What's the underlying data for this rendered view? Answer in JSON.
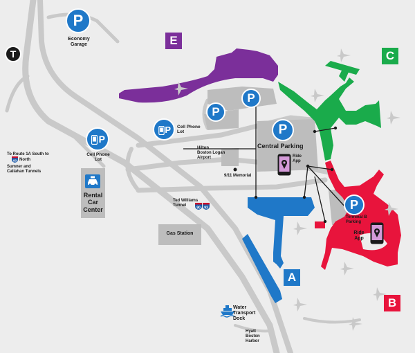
{
  "labels": {
    "economy_garage": "Economy\nGarage",
    "cell_phone_lot_left": "Cell Phone\nLot",
    "cell_phone_lot_center": "Cell Phone\nLot",
    "central_parking": "Central Parking",
    "ride_app_central": "Ride\nApp",
    "hilton": "Hilton\nBoston Logan\nAirport",
    "memorial": "9/11 Memorial",
    "ted_williams": "Ted Williams\nTunnel",
    "rental_car": "Rental\nCar\nCenter",
    "gas_station": "Gas Station",
    "water_transport": "Water\nTransport\nDock",
    "hyatt": "Hyatt\nBoston\nHarbor",
    "terminal_b_parking": "Terminal B\nParking",
    "ride_app_b": "Ride\nApp",
    "route_1a": "To Route 1A South to",
    "north": "North",
    "sumner": "Sumner and\nCallahan Tunnels",
    "parking_letter": "P",
    "transit_letter": "T"
  },
  "highway_shields": [
    "93",
    "90",
    "93"
  ],
  "terminals": [
    {
      "letter": "A",
      "color": "#1f78c8"
    },
    {
      "letter": "B",
      "color": "#e8143c"
    },
    {
      "letter": "C",
      "color": "#1aab4b"
    },
    {
      "letter": "E",
      "color": "#7b2f9a"
    }
  ],
  "colors": {
    "terminal_a": "#1f78c8",
    "terminal_b": "#e8143c",
    "terminal_c": "#1aab4b",
    "terminal_e": "#7b2f9a",
    "parking": "#1f78c8",
    "road": "#c9c9c9",
    "building": "#bdbdbd",
    "background": "#ededed"
  },
  "icons": [
    "parking-icon",
    "mbta-t-icon",
    "cell-phone-icon",
    "ride-app-phone-icon",
    "rental-car-icon",
    "ferry-icon",
    "airplane-icon",
    "highway-shield-icon"
  ]
}
